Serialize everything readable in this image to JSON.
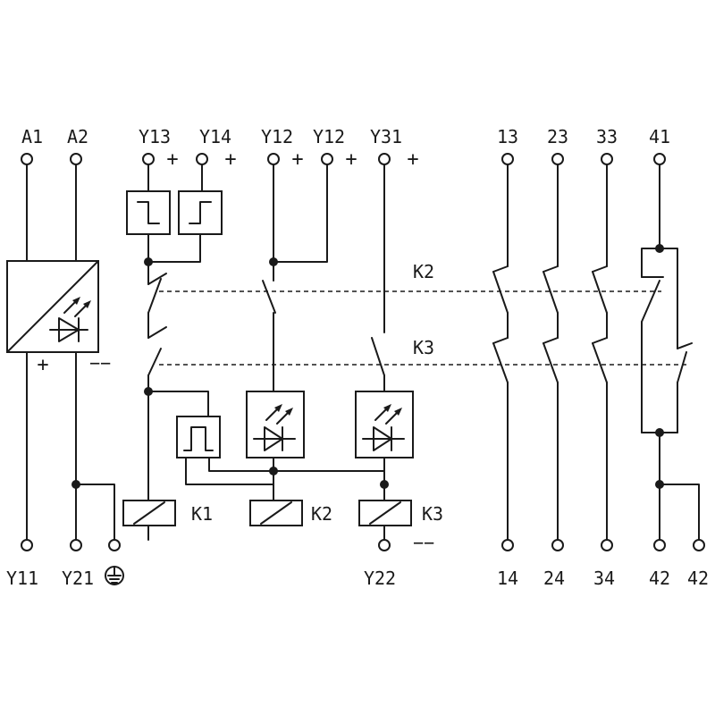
{
  "terminals_top": {
    "a1": "A1",
    "a2": "A2",
    "y13": "Y13",
    "y14": "Y14",
    "y12a": "Y12",
    "y12b": "Y12",
    "y31": "Y31",
    "t13": "13",
    "t23": "23",
    "t33": "33",
    "t41": "41"
  },
  "terminals_bottom": {
    "y11": "Y11",
    "y21": "Y21",
    "y22": "Y22",
    "t14": "14",
    "t24": "24",
    "t34": "34",
    "t42a": "42",
    "t42b": "42"
  },
  "polarity": {
    "plus": "+",
    "minus": "−−"
  },
  "relays": {
    "k1": "K1",
    "k2": "K2",
    "k3": "K3"
  },
  "contact_lines": {
    "k2": "K2",
    "k3": "K3"
  },
  "colors": {
    "ink": "#1a1a1a",
    "background": "#ffffff"
  }
}
